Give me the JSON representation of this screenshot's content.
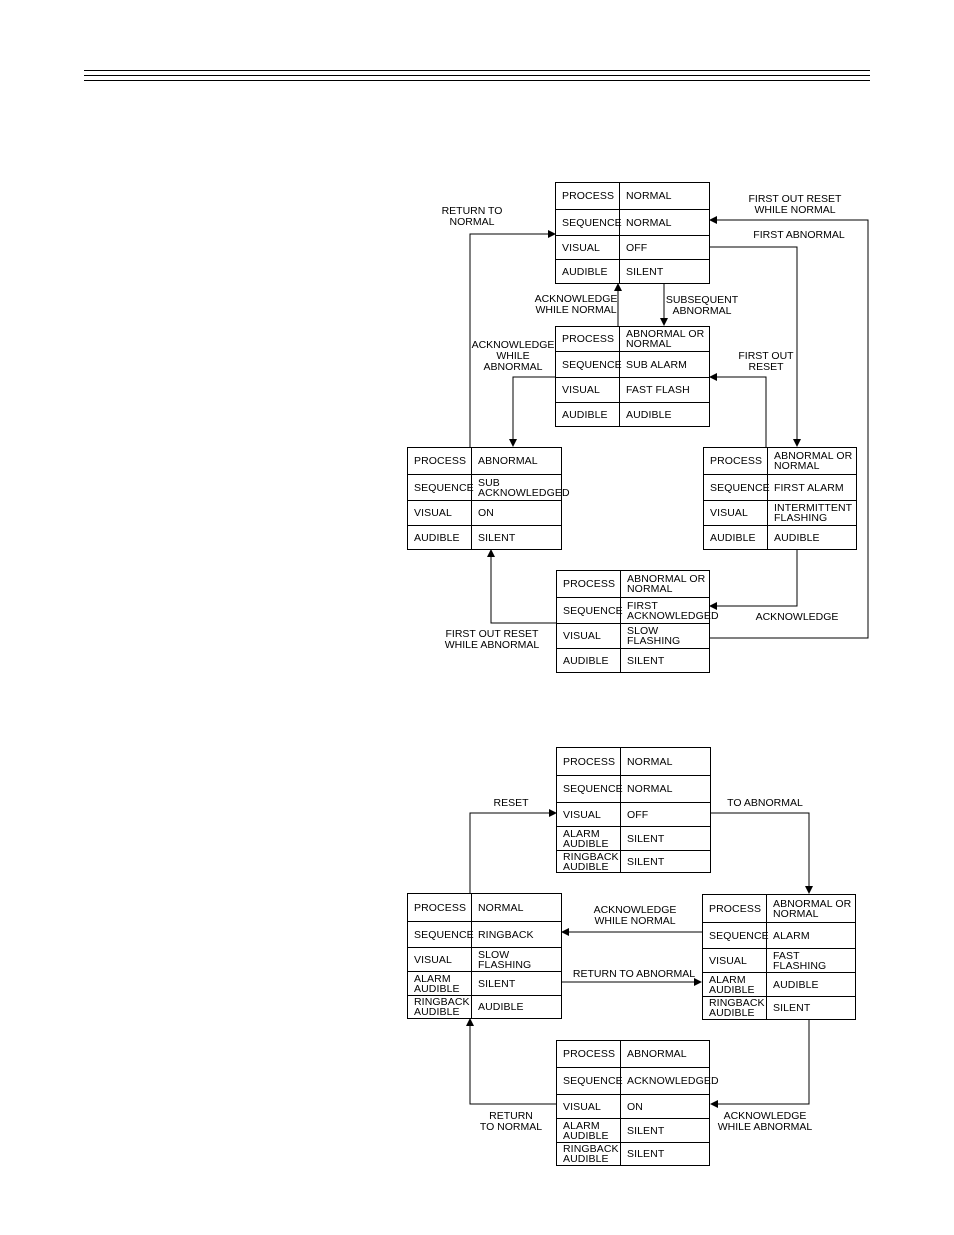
{
  "diagram1": {
    "boxes": {
      "top": [
        [
          "PROCESS",
          "NORMAL"
        ],
        [
          "SEQUENCE",
          "NORMAL"
        ],
        [
          "VISUAL",
          "OFF"
        ],
        [
          "AUDIBLE",
          "SILENT"
        ]
      ],
      "mid": [
        [
          "PROCESS",
          "ABNORMAL OR\nNORMAL"
        ],
        [
          "SEQUENCE",
          "SUB ALARM"
        ],
        [
          "VISUAL",
          "FAST FLASH"
        ],
        [
          "AUDIBLE",
          "AUDIBLE"
        ]
      ],
      "left": [
        [
          "PROCESS",
          "ABNORMAL"
        ],
        [
          "SEQUENCE",
          "SUB\nACKNOWLEDGED"
        ],
        [
          "VISUAL",
          "ON"
        ],
        [
          "AUDIBLE",
          "SILENT"
        ]
      ],
      "right": [
        [
          "PROCESS",
          "ABNORMAL OR\nNORMAL"
        ],
        [
          "SEQUENCE",
          "FIRST ALARM"
        ],
        [
          "VISUAL",
          "INTERMITTENT\nFLASHING"
        ],
        [
          "AUDIBLE",
          "AUDIBLE"
        ]
      ],
      "bottom": [
        [
          "PROCESS",
          "ABNORMAL OR\nNORMAL"
        ],
        [
          "SEQUENCE",
          "FIRST\nACKNOWLEDGED"
        ],
        [
          "VISUAL",
          "SLOW\nFLASHING"
        ],
        [
          "AUDIBLE",
          "SILENT"
        ]
      ]
    },
    "labels": {
      "return_to_normal": "RETURN TO\nNORMAL",
      "first_out_reset_while_normal": "FIRST OUT RESET\nWHILE NORMAL",
      "first_abnormal": "FIRST ABNORMAL",
      "acknowledge_while_normal": "ACKNOWLEDGE\nWHILE NORMAL",
      "subsequent_abnormal": "SUBSEQUENT\nABNORMAL",
      "acknowledge_while_abnormal": "ACKNOWLEDGE\nWHILE\nABNORMAL",
      "first_out_reset": "FIRST OUT\nRESET",
      "acknowledge": "ACKNOWLEDGE",
      "first_out_reset_while_abnormal": "FIRST OUT RESET\nWHILE ABNORMAL"
    }
  },
  "diagram2": {
    "boxes": {
      "top": [
        [
          "PROCESS",
          "NORMAL"
        ],
        [
          "SEQUENCE",
          "NORMAL"
        ],
        [
          "VISUAL",
          "OFF"
        ],
        [
          "ALARM\nAUDIBLE",
          "SILENT"
        ],
        [
          "RINGBACK\nAUDIBLE",
          "SILENT"
        ]
      ],
      "left": [
        [
          "PROCESS",
          "NORMAL"
        ],
        [
          "SEQUENCE",
          "RINGBACK"
        ],
        [
          "VISUAL",
          "SLOW FLASHING"
        ],
        [
          "ALARM\nAUDIBLE",
          "SILENT"
        ],
        [
          "RINGBACK\nAUDIBLE",
          "AUDIBLE"
        ]
      ],
      "right": [
        [
          "PROCESS",
          "ABNORMAL OR\nNORMAL"
        ],
        [
          "SEQUENCE",
          "ALARM"
        ],
        [
          "VISUAL",
          "FAST FLASHING"
        ],
        [
          "ALARM\nAUDIBLE",
          "AUDIBLE"
        ],
        [
          "RINGBACK\nAUDIBLE",
          "SILENT"
        ]
      ],
      "bottom": [
        [
          "PROCESS",
          "ABNORMAL"
        ],
        [
          "SEQUENCE",
          "ACKNOWLEDGED"
        ],
        [
          "VISUAL",
          "ON"
        ],
        [
          "ALARM\nAUDIBLE",
          "SILENT"
        ],
        [
          "RINGBACK\nAUDIBLE",
          "SILENT"
        ]
      ]
    },
    "labels": {
      "reset": "RESET",
      "to_abnormal": "TO ABNORMAL",
      "acknowledge_while_normal": "ACKNOWLEDGE\nWHILE NORMAL",
      "return_to_abnormal": "RETURN TO ABNORMAL",
      "return_to_normal": "RETURN\nTO NORMAL",
      "acknowledge_while_abnormal": "ACKNOWLEDGE\nWHILE ABNORMAL"
    }
  }
}
